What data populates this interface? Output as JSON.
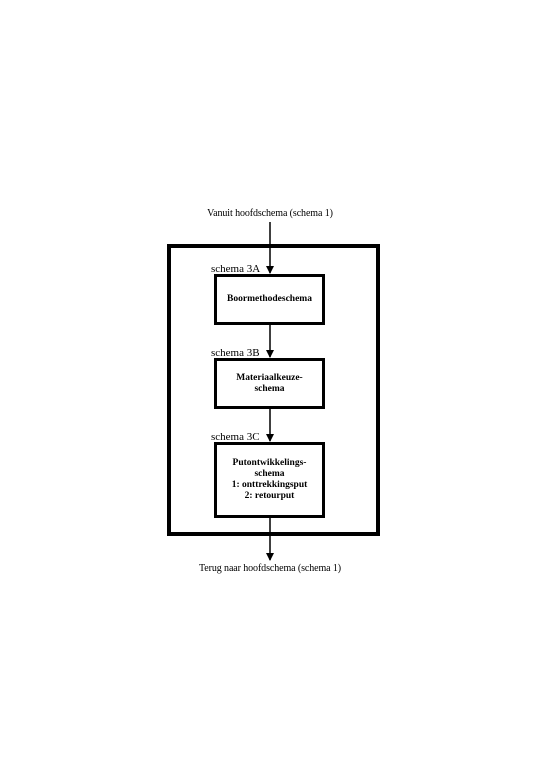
{
  "top_caption": "Vanuit hoofdschema (schema 1)",
  "bottom_caption": "Terug naar hoofdschema (schema 1)",
  "sections": [
    {
      "label": "schema 3A",
      "box_lines": [
        "Boormethodeschema"
      ]
    },
    {
      "label": "schema 3B",
      "box_lines": [
        "Materiaalkeuze-",
        "schema"
      ]
    },
    {
      "label": "schema 3C",
      "box_lines": [
        "Putontwikkelings-",
        "schema",
        "1: onttrekkingsput",
        "2: retourput"
      ]
    }
  ]
}
